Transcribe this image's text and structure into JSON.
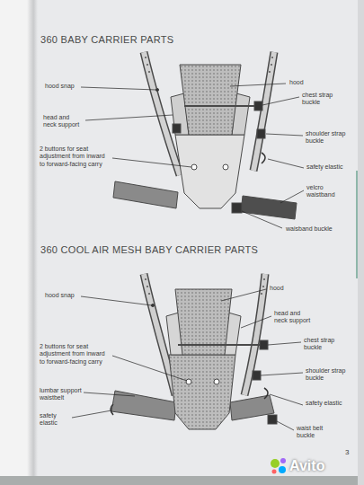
{
  "diagram": {
    "labels": [
      "360 BABY CARRIER PARTS",
      "hood snap",
      "hood",
      "chest strap buckle",
      "head and neck support",
      "shoulder strap buckle",
      "2 buttons for seat adjustment from inward to forward-facing carry",
      "safety elastic",
      "velcro waistband",
      "waisband buckle",
      "360 COOL AIR MESH BABY CARRIER PARTS",
      "hood snap",
      "hood",
      "head and neck support",
      "chest strap buckle",
      "2 buttons for seat adjustment from inward to forward-facing carry",
      "shoulder strap buckle",
      "lumbar support waistbelt",
      "safety elastic",
      "safety elastic",
      "waist belt buckle",
      "3",
      "Avito"
    ]
  }
}
